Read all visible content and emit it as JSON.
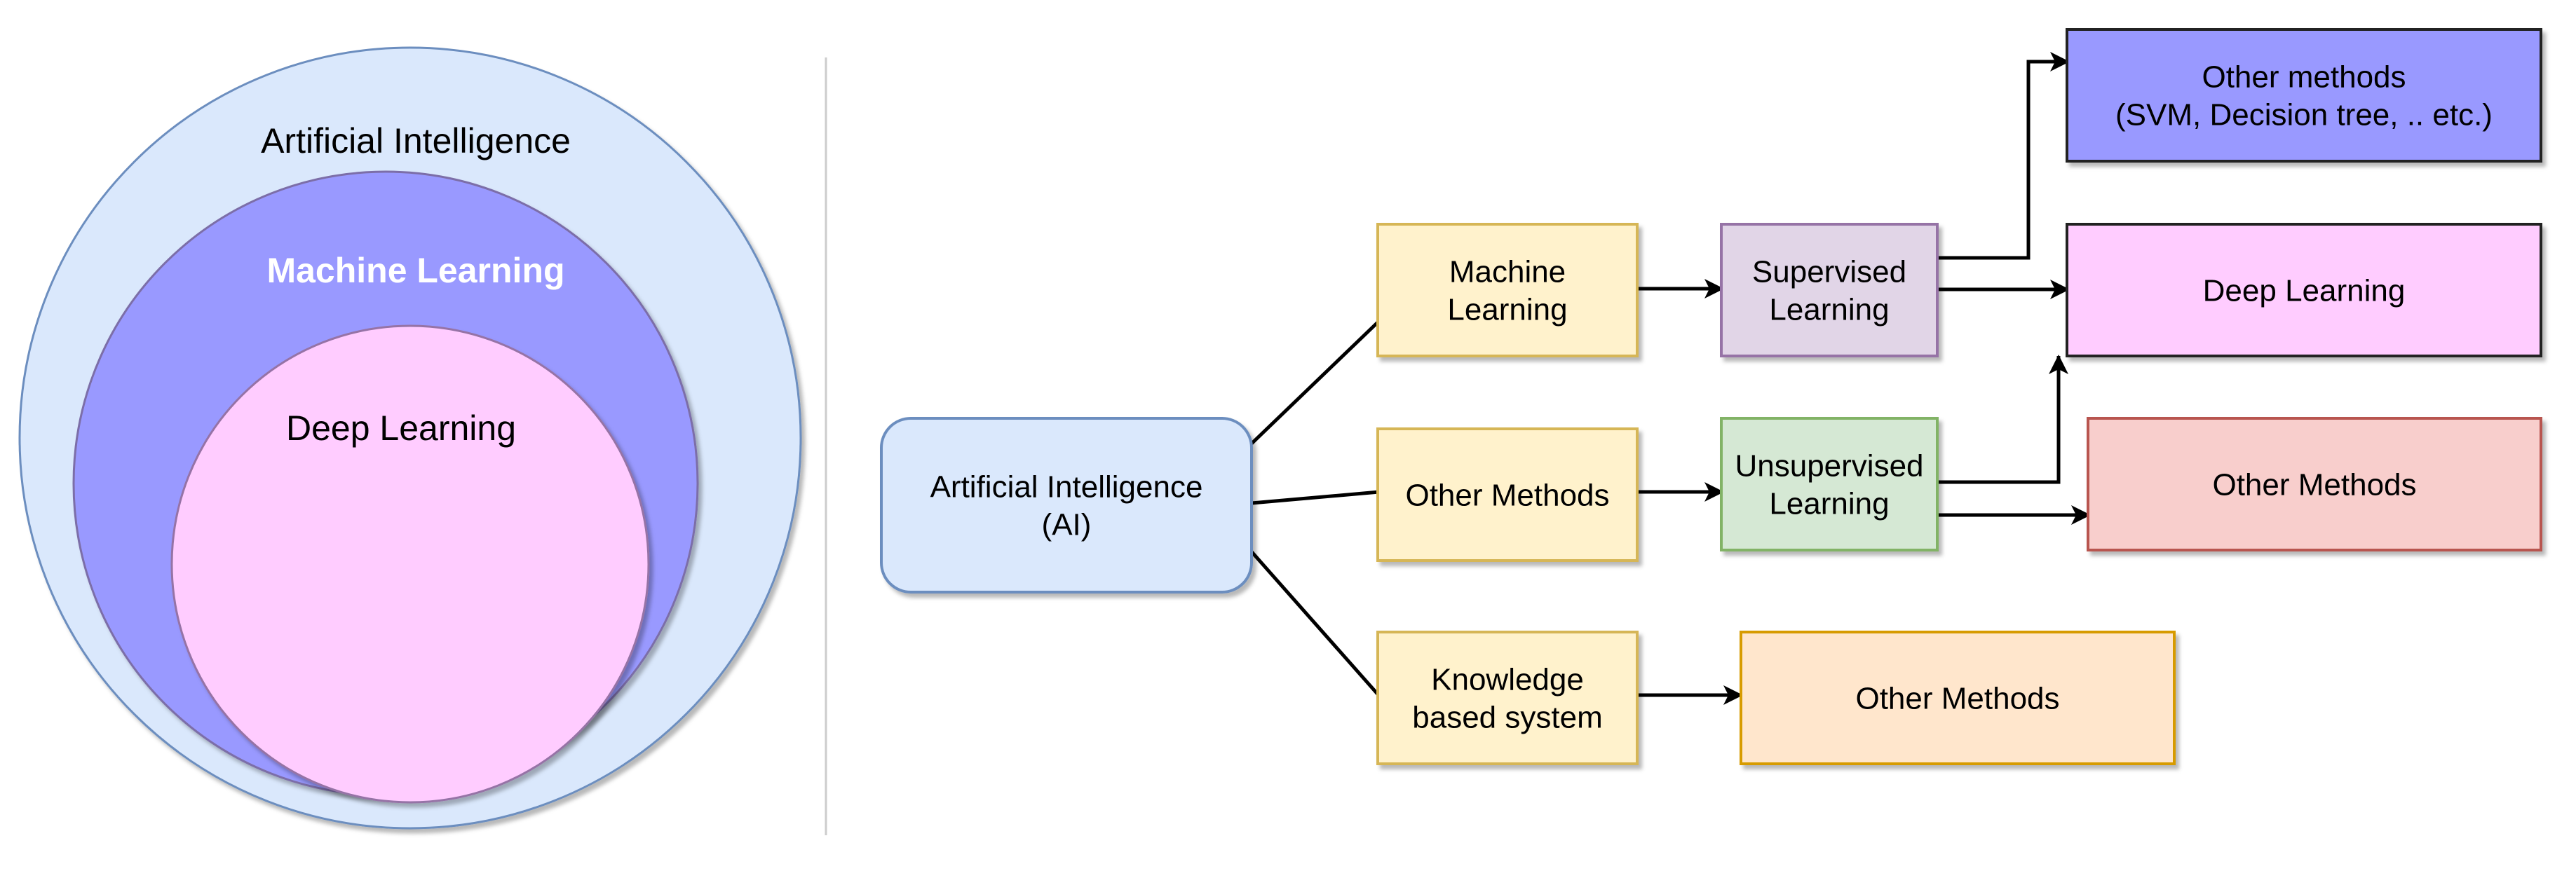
{
  "venn": {
    "outer_label": "Artificial Intelligence",
    "middle_label": "Machine Learning",
    "inner_label": "Deep Learning"
  },
  "flow": {
    "root": [
      "Artificial Intelligence",
      "(AI)"
    ],
    "machine_learning": [
      "Machine",
      "Learning"
    ],
    "other_methods_mid": [
      "Other Methods"
    ],
    "knowledge_based": [
      "Knowledge",
      "based system"
    ],
    "supervised": [
      "Supervised",
      "Learning"
    ],
    "unsupervised": [
      "Unsupervised",
      "Learning"
    ],
    "other_methods_svm": [
      "Other methods",
      "(SVM, Decision tree, .. etc.)"
    ],
    "deep_learning": [
      "Deep Learning"
    ],
    "other_methods_red": [
      "Other Methods"
    ],
    "other_methods_orange": [
      "Other Methods"
    ]
  },
  "colors": {
    "outer_circle": "#dae8fc",
    "middle_circle": "#9999ff",
    "inner_circle": "#ffccff",
    "yellow_fill": "#fff2cc",
    "yellow_stroke": "#d6b656",
    "purple_fill": "#e1d5e7",
    "purple_stroke": "#9673a6",
    "green_fill": "#d5e8d4",
    "green_stroke": "#82b366",
    "blue_fill": "#dae8fc",
    "blue_stroke": "#6c8ebf",
    "svm_fill": "#9999ff",
    "pink_fill": "#ffccff",
    "red_fill": "#f8cecc",
    "red_stroke": "#b85450",
    "orange_fill": "#ffe6cc",
    "orange_stroke": "#d79b00"
  }
}
